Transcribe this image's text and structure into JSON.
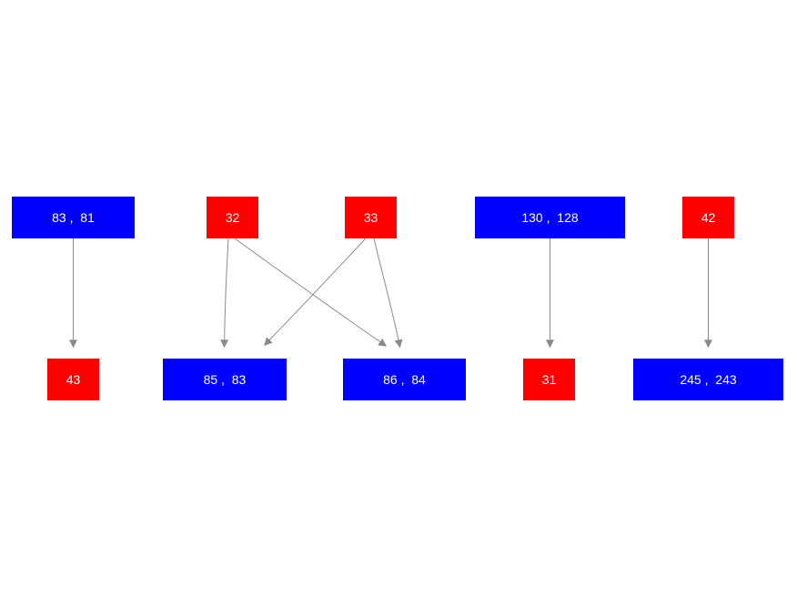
{
  "diagram": {
    "background": "#ffffff",
    "edge_color": "#8a8a8a",
    "text_color": "#ffffff",
    "node_colors": {
      "blue": "#0000ff",
      "red": "#ff0000"
    },
    "nodes": [
      {
        "id": "pair-83-81",
        "label": "83 ,  81",
        "color": "blue",
        "row": "top"
      },
      {
        "id": "single-32",
        "label": "32",
        "color": "red",
        "row": "top"
      },
      {
        "id": "single-33",
        "label": "33",
        "color": "red",
        "row": "top"
      },
      {
        "id": "pair-130-128",
        "label": "130 ,  128",
        "color": "blue",
        "row": "top"
      },
      {
        "id": "single-42",
        "label": "42",
        "color": "red",
        "row": "top"
      },
      {
        "id": "single-43",
        "label": "43",
        "color": "red",
        "row": "bottom"
      },
      {
        "id": "pair-85-83",
        "label": "85 ,  83",
        "color": "blue",
        "row": "bottom"
      },
      {
        "id": "pair-86-84",
        "label": "86 ,  84",
        "color": "blue",
        "row": "bottom"
      },
      {
        "id": "single-31",
        "label": "31",
        "color": "red",
        "row": "bottom"
      },
      {
        "id": "pair-245-243",
        "label": "245 ,  243",
        "color": "blue",
        "row": "bottom"
      }
    ],
    "edges": [
      {
        "from": "pair-83-81",
        "to": "single-43"
      },
      {
        "from": "single-32",
        "to": "pair-85-83"
      },
      {
        "from": "single-32",
        "to": "pair-86-84"
      },
      {
        "from": "single-33",
        "to": "pair-85-83"
      },
      {
        "from": "single-33",
        "to": "pair-86-84"
      },
      {
        "from": "pair-130-128",
        "to": "single-31"
      },
      {
        "from": "single-42",
        "to": "pair-245-243"
      }
    ]
  }
}
